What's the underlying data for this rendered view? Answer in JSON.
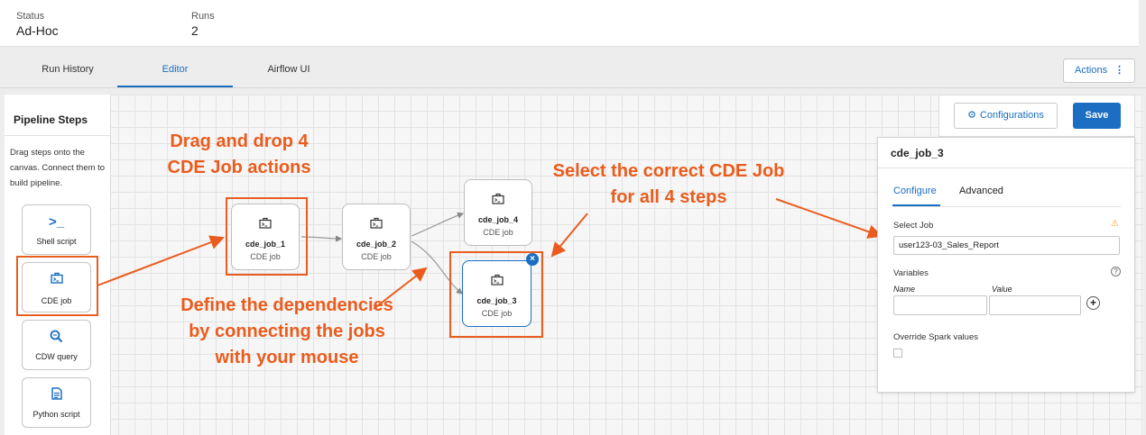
{
  "status": {
    "status_label": "Status",
    "status_value": "Ad-Hoc",
    "runs_label": "Runs",
    "runs_value": "2"
  },
  "tabs": [
    {
      "label": "Run History"
    },
    {
      "label": "Editor"
    },
    {
      "label": "Airflow UI"
    }
  ],
  "actions_label": "Actions",
  "pipeline_steps": {
    "title": "Pipeline Steps",
    "help": "Drag steps onto the canvas. Connect them to build pipeline.",
    "items": [
      {
        "label": "Shell script",
        "icon": "terminal-icon"
      },
      {
        "label": "CDE job",
        "icon": "briefcase-icon"
      },
      {
        "label": "CDW query",
        "icon": "query-icon"
      },
      {
        "label": "Python script",
        "icon": "file-icon"
      }
    ]
  },
  "nodes": [
    {
      "name": "cde_job_1",
      "type": "CDE job"
    },
    {
      "name": "cde_job_2",
      "type": "CDE job"
    },
    {
      "name": "cde_job_4",
      "type": "CDE job"
    },
    {
      "name": "cde_job_3",
      "type": "CDE job"
    }
  ],
  "toolbar": {
    "configurations_label": "Configurations",
    "save_label": "Save"
  },
  "config_panel": {
    "title": "cde_job_3",
    "tabs": [
      "Configure",
      "Advanced"
    ],
    "select_job_label": "Select Job",
    "select_job_value": "user123-03_Sales_Report",
    "variables_label": "Variables",
    "name_label": "Name",
    "value_label": "Value",
    "override_label": "Override Spark values"
  },
  "annotations": {
    "drag_drop": "Drag and drop 4 CDE Job actions",
    "select_job": "Select the correct CDE Job for all 4 steps",
    "dependencies": "Define the dependencies by connecting the jobs with your mouse"
  },
  "colors": {
    "accent": "#1b6ec2",
    "annotation": "#ea5c1d"
  }
}
